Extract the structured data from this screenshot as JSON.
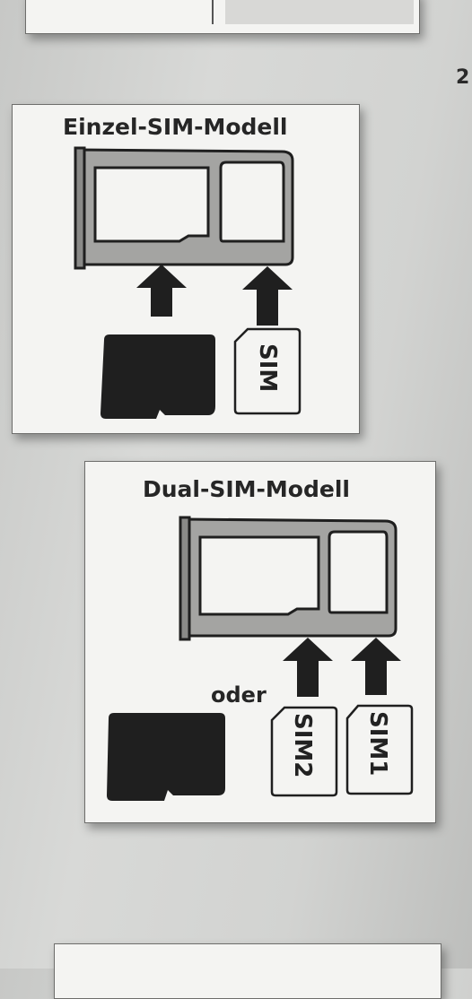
{
  "page": {
    "number": "2"
  },
  "single_sim": {
    "title": "Einzel-SIM-Modell",
    "card_label": "SIM"
  },
  "dual_sim": {
    "title": "Dual-SIM-Modell",
    "or_label": "oder",
    "card_label_1": "SIM2",
    "card_label_2": "SIM1"
  },
  "colors": {
    "ink": "#1f1f1f",
    "tray_fill": "#9e9e9c",
    "paper": "#f4f4f2"
  }
}
